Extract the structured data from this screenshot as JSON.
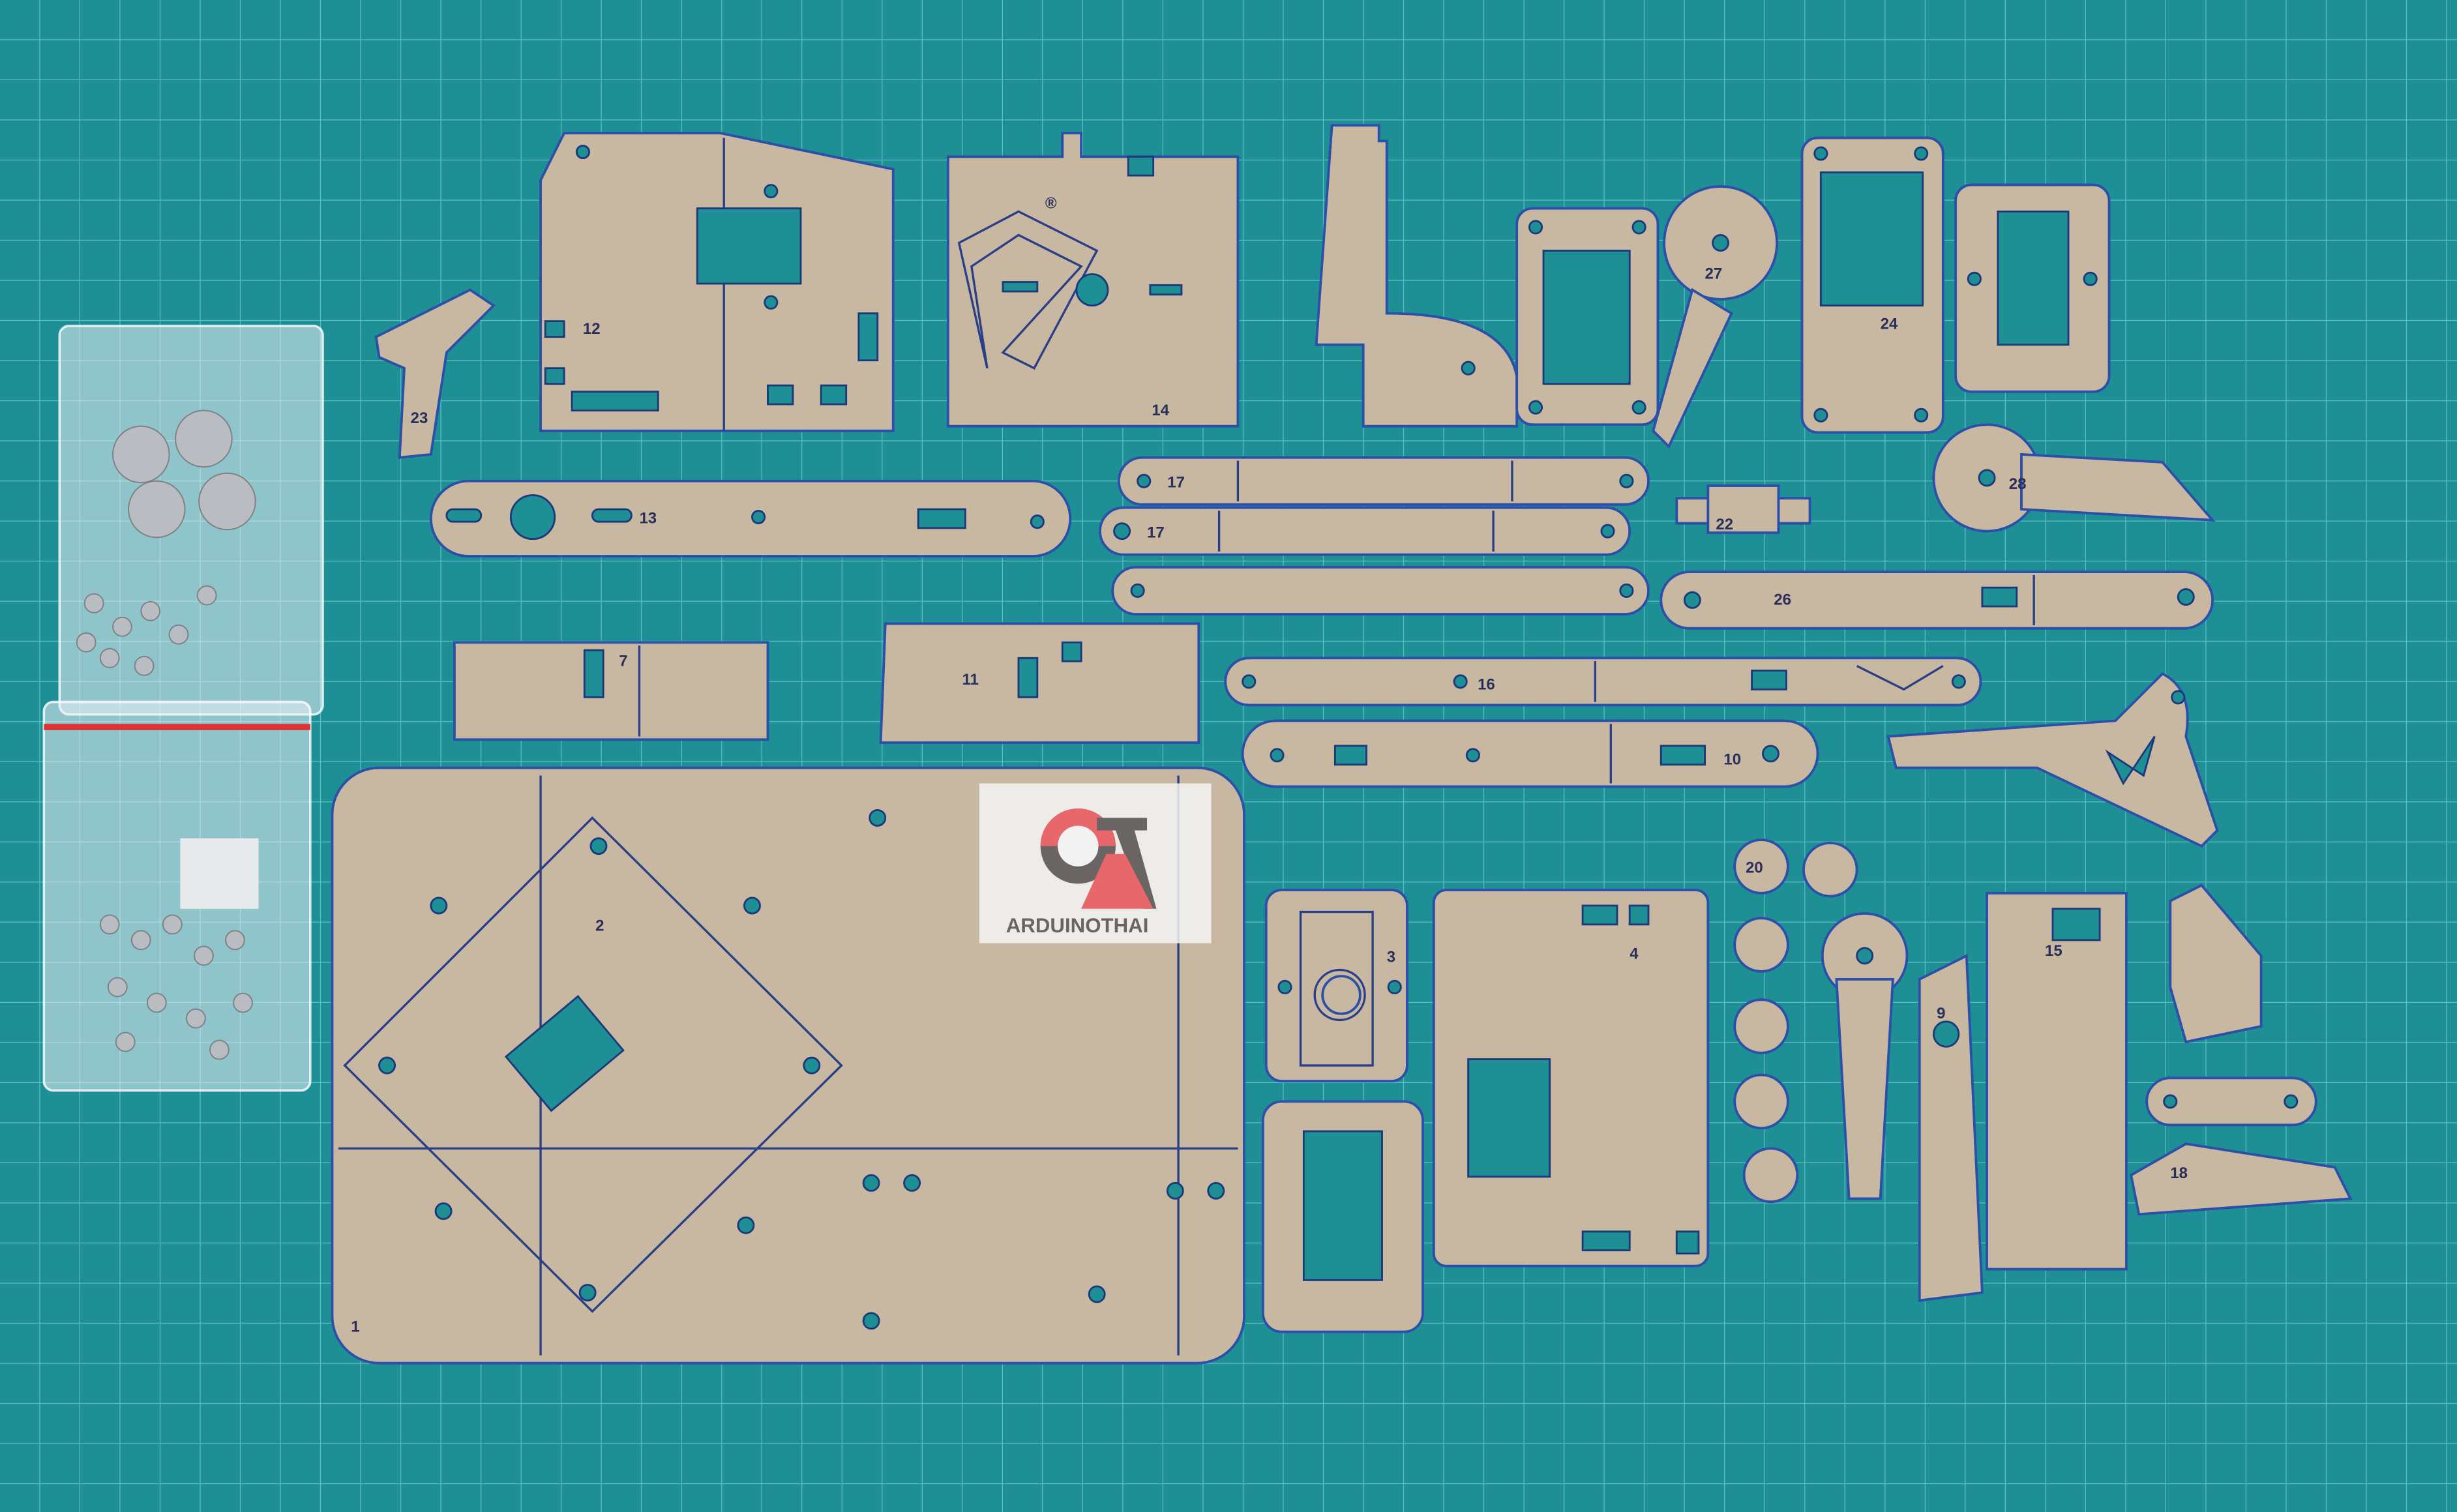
{
  "scene": {
    "description_type": "photo",
    "colors": {
      "mat": "#1f8f96",
      "mat_grid": "#5fc0c4",
      "acrylic": "#c8b8a2",
      "edge": "#2c4fa8",
      "logo_red": "#e8676a",
      "logo_gray": "#6a6563"
    }
  },
  "watermark": {
    "text": "ARDUINOTHAI"
  },
  "part_numbers": {
    "p1": "1",
    "p2": "2",
    "p3": "3",
    "p4": "4",
    "p7": "7",
    "p9": "9",
    "p10": "10",
    "p11": "11",
    "p12": "12",
    "p13": "13",
    "p14": "14",
    "p15": "15",
    "p16": "16",
    "p17a": "17",
    "p17b": "17",
    "p18": "18",
    "p20": "20",
    "p22": "22",
    "p23": "23",
    "p24": "24",
    "p26": "26",
    "p27": "27",
    "p28": "28"
  }
}
